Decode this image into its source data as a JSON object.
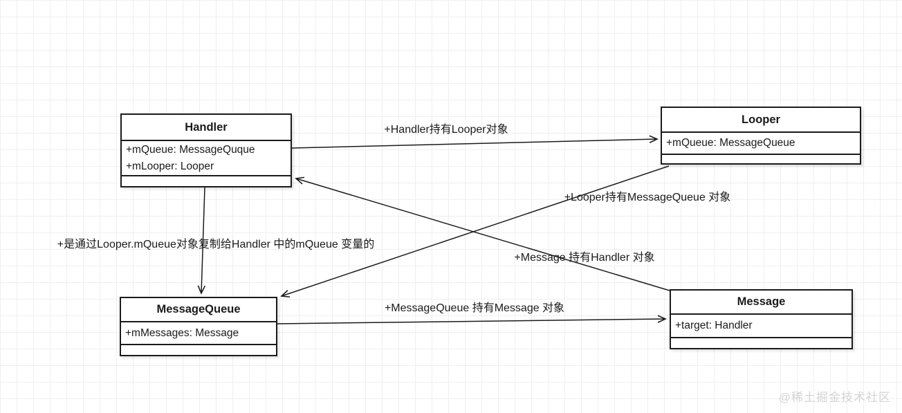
{
  "diagram": {
    "classes": [
      {
        "name": "Handler",
        "attributes": [
          "+mQueue: MessageQuque",
          "+mLooper: Looper"
        ]
      },
      {
        "name": "Looper",
        "attributes": [
          "+mQueue: MessageQueue"
        ]
      },
      {
        "name": "MessageQueue",
        "attributes": [
          "+mMessages: Message"
        ]
      },
      {
        "name": "Message",
        "attributes": [
          "+target: Handler"
        ]
      }
    ],
    "relations": [
      {
        "from": "Handler",
        "to": "Looper",
        "label": "+Handler持有Looper对象"
      },
      {
        "from": "Looper",
        "to": "MessageQueue",
        "label": "+Looper持有MessageQueue 对象"
      },
      {
        "from": "Message",
        "to": "Handler",
        "label": "+Message 持有Handler 对象"
      },
      {
        "from": "MessageQueue",
        "to": "Message",
        "label": "+MessageQueue 持有Message 对象"
      },
      {
        "from": "Handler",
        "to": "MessageQueue",
        "label": "+是通过Looper.mQueue对象复制给Handler 中的mQueue 变量的"
      }
    ]
  },
  "watermark": "@稀土掘金技术社区",
  "colors": {
    "line": "#1a1a1a",
    "grid": "#efefef",
    "background": "#ffffff",
    "box_fill": "#ffffff",
    "watermark": "#d4d4d4"
  }
}
